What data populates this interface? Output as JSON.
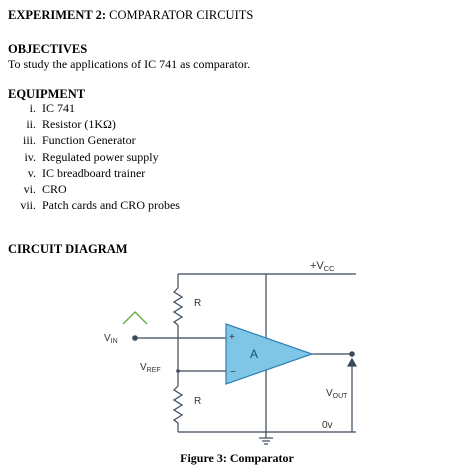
{
  "title": {
    "bold": "EXPERIMENT 2:",
    "rest": " COMPARATOR CIRCUITS"
  },
  "objectives": {
    "heading": "OBJECTIVES",
    "text": "To study the applications of IC 741 as comparator."
  },
  "equipment": {
    "heading": "EQUIPMENT",
    "items": [
      {
        "num": "i.",
        "label": "IC 741"
      },
      {
        "num": "ii.",
        "label": "Resistor (1KΩ)"
      },
      {
        "num": "iii.",
        "label": "Function Generator"
      },
      {
        "num": "iv.",
        "label": "Regulated power supply"
      },
      {
        "num": "v.",
        "label": "IC breadboard trainer"
      },
      {
        "num": "vi.",
        "label": "CRO"
      },
      {
        "num": "vii.",
        "label": "Patch cards and CRO probes"
      }
    ]
  },
  "circuit": {
    "heading": "CIRCUIT DIAGRAM",
    "vcc": {
      "main": "+V",
      "sub": "CC"
    },
    "vin": {
      "main": "V",
      "sub": "IN"
    },
    "vref": {
      "main": "V",
      "sub": "REF"
    },
    "vout": {
      "main": "V",
      "sub": "OUT"
    },
    "resistor_top": "R",
    "resistor_bottom": "R",
    "plus": "+",
    "minus": "−",
    "opamp": "A",
    "ground_label": "0v",
    "colors": {
      "wire": "#3a4a5a",
      "opamp_fill": "#7fc6e6",
      "opamp_stroke": "#2f7fb5",
      "input_wave": "#6ab04c"
    }
  },
  "caption": "Figure 3: Comparator"
}
